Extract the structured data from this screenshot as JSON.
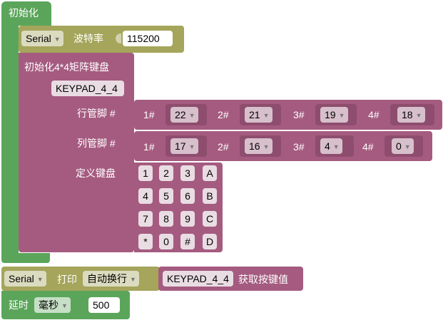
{
  "init_block": {
    "title": "初始化"
  },
  "serial_baud": {
    "port": "Serial",
    "label": "波特率",
    "value": "115200"
  },
  "keypad_init": {
    "title": "初始化4*4矩阵键盘",
    "name": "KEYPAD_4_4",
    "row_label": "行管脚 #",
    "col_label": "列管脚 #",
    "rows": [
      {
        "label": "1#",
        "value": "22"
      },
      {
        "label": "2#",
        "value": "21"
      },
      {
        "label": "3#",
        "value": "19"
      },
      {
        "label": "4#",
        "value": "18"
      }
    ],
    "cols": [
      {
        "label": "1#",
        "value": "17"
      },
      {
        "label": "2#",
        "value": "16"
      },
      {
        "label": "3#",
        "value": "4"
      },
      {
        "label": "4#",
        "value": "0"
      }
    ],
    "define_label": "定义键盘",
    "keys": [
      [
        "1",
        "2",
        "3",
        "A"
      ],
      [
        "4",
        "5",
        "6",
        "B"
      ],
      [
        "7",
        "8",
        "9",
        "C"
      ],
      [
        "*",
        "0",
        "#",
        "D"
      ]
    ]
  },
  "serial_print": {
    "port": "Serial",
    "action": "打印",
    "mode": "自动换行",
    "source": "KEYPAD_4_4",
    "suffix": "获取按键值"
  },
  "delay": {
    "label": "延时",
    "unit": "毫秒",
    "value": "500"
  },
  "colors": {
    "control_green": "#5ba55b",
    "serial_olive": "#a5a55b",
    "keypad_purple": "#a55b80"
  }
}
